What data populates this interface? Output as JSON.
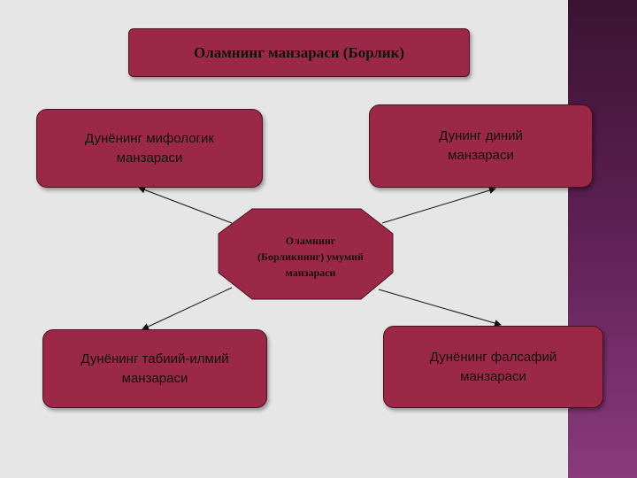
{
  "slide": {
    "title": "Оламнинг манзараси (Борлик)",
    "center": "Оламнинг\n(Борликнинг) умумий\nманзараси",
    "nodes": {
      "top_left": "Дунёнинг мифологик\nманзараси",
      "top_right": "Дунинг диний\nманзараси",
      "bottom_left": "Дунёнинг табиий-илмий\nманзараси",
      "bottom_right": "Дунёнинг фалсафий\nманзараси"
    }
  },
  "colors": {
    "box_fill": "#9c2848",
    "box_border": "#4a0f20",
    "background": "#e6e6e6",
    "side_panel": "#5c1f52"
  }
}
